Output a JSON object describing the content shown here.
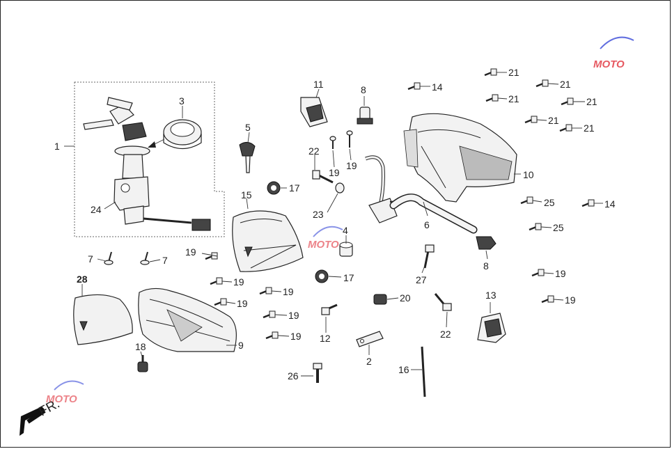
{
  "labels": {
    "l1": "1",
    "l2": "2",
    "l3": "3",
    "l4": "4",
    "l5": "5",
    "l6": "6",
    "l7": "7",
    "l8": "8",
    "l9": "9",
    "l10": "10",
    "l11": "11",
    "l12": "12",
    "l13": "13",
    "l14": "14",
    "l15": "15",
    "l16": "16",
    "l17": "17",
    "l18": "18",
    "l19": "19",
    "l20": "20",
    "l21": "21",
    "l22": "22",
    "l23": "23",
    "l24": "24",
    "l25": "25",
    "l26": "26",
    "l27": "27",
    "l28": "28"
  },
  "direction": "FR.",
  "watermark": "MOTO",
  "colors": {
    "line": "#222222",
    "watermark_red": "#e0303a",
    "watermark_blue": "#3a4bd8"
  }
}
